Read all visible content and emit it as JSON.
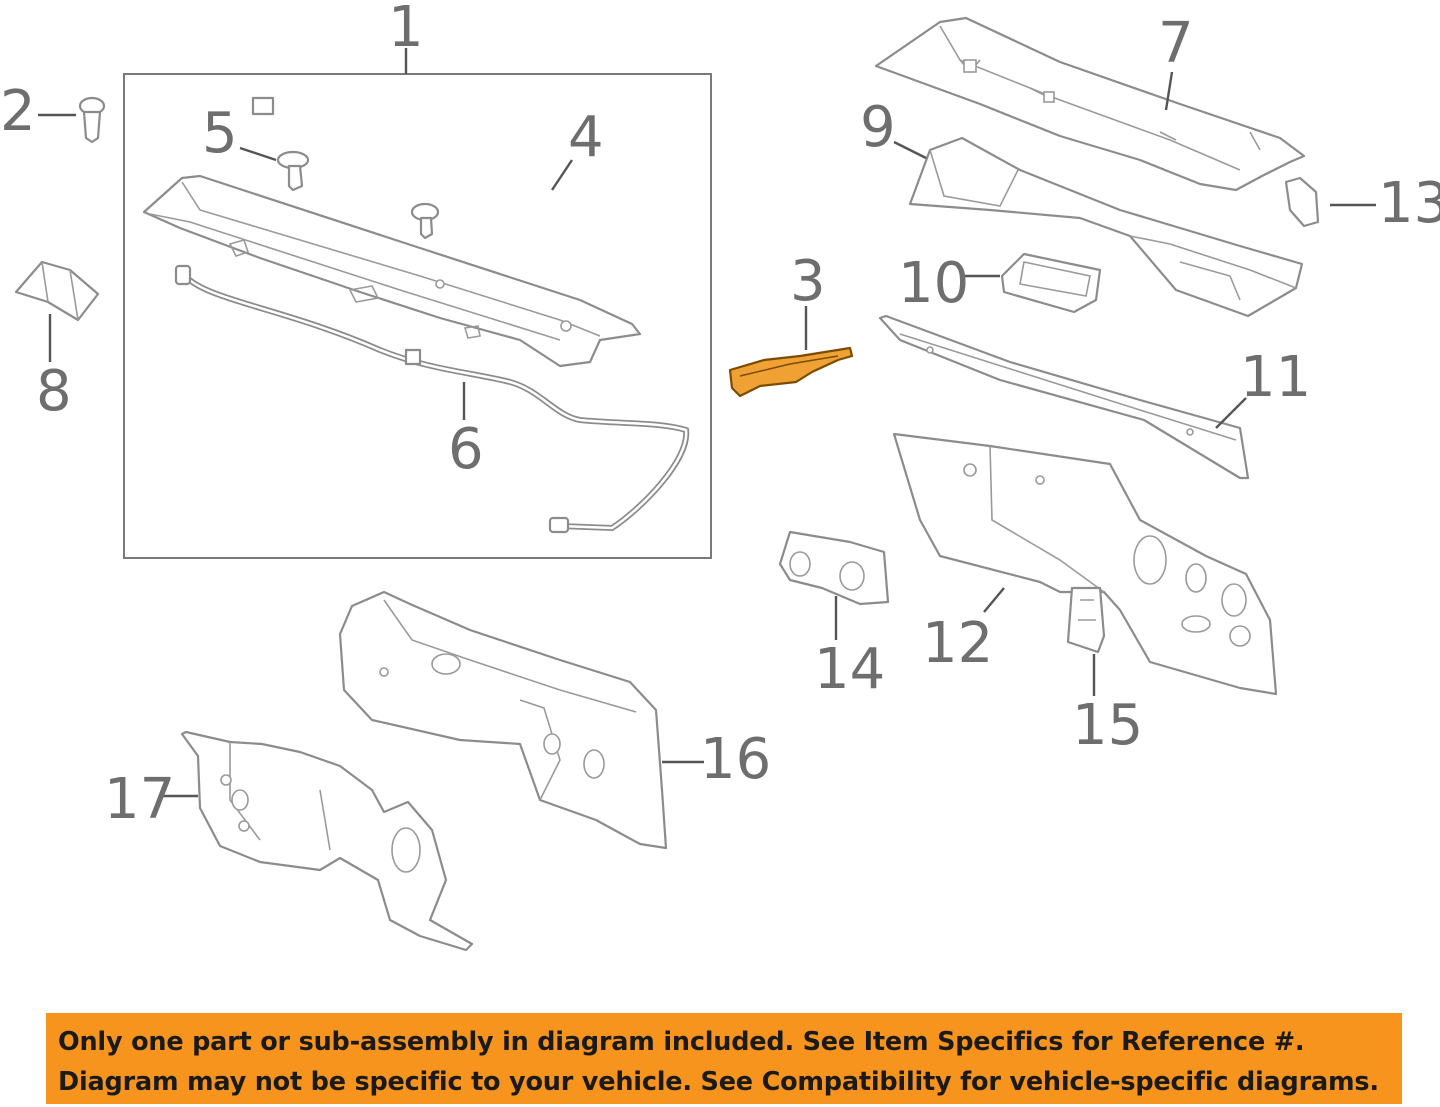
{
  "callouts": [
    "1",
    "2",
    "3",
    "4",
    "5",
    "6",
    "7",
    "8",
    "9",
    "10",
    "11",
    "12",
    "13",
    "14",
    "15",
    "16",
    "17"
  ],
  "notice": {
    "line1": "Only one part or sub-assembly in diagram included. See Item Specifics for Reference #.",
    "line2": "Diagram may not be specific to your vehicle. See Compatibility for vehicle-specific diagrams."
  },
  "colors": {
    "highlight": "#f0a133",
    "banner": "#f7941d",
    "line_art": "#8c8c8c"
  }
}
